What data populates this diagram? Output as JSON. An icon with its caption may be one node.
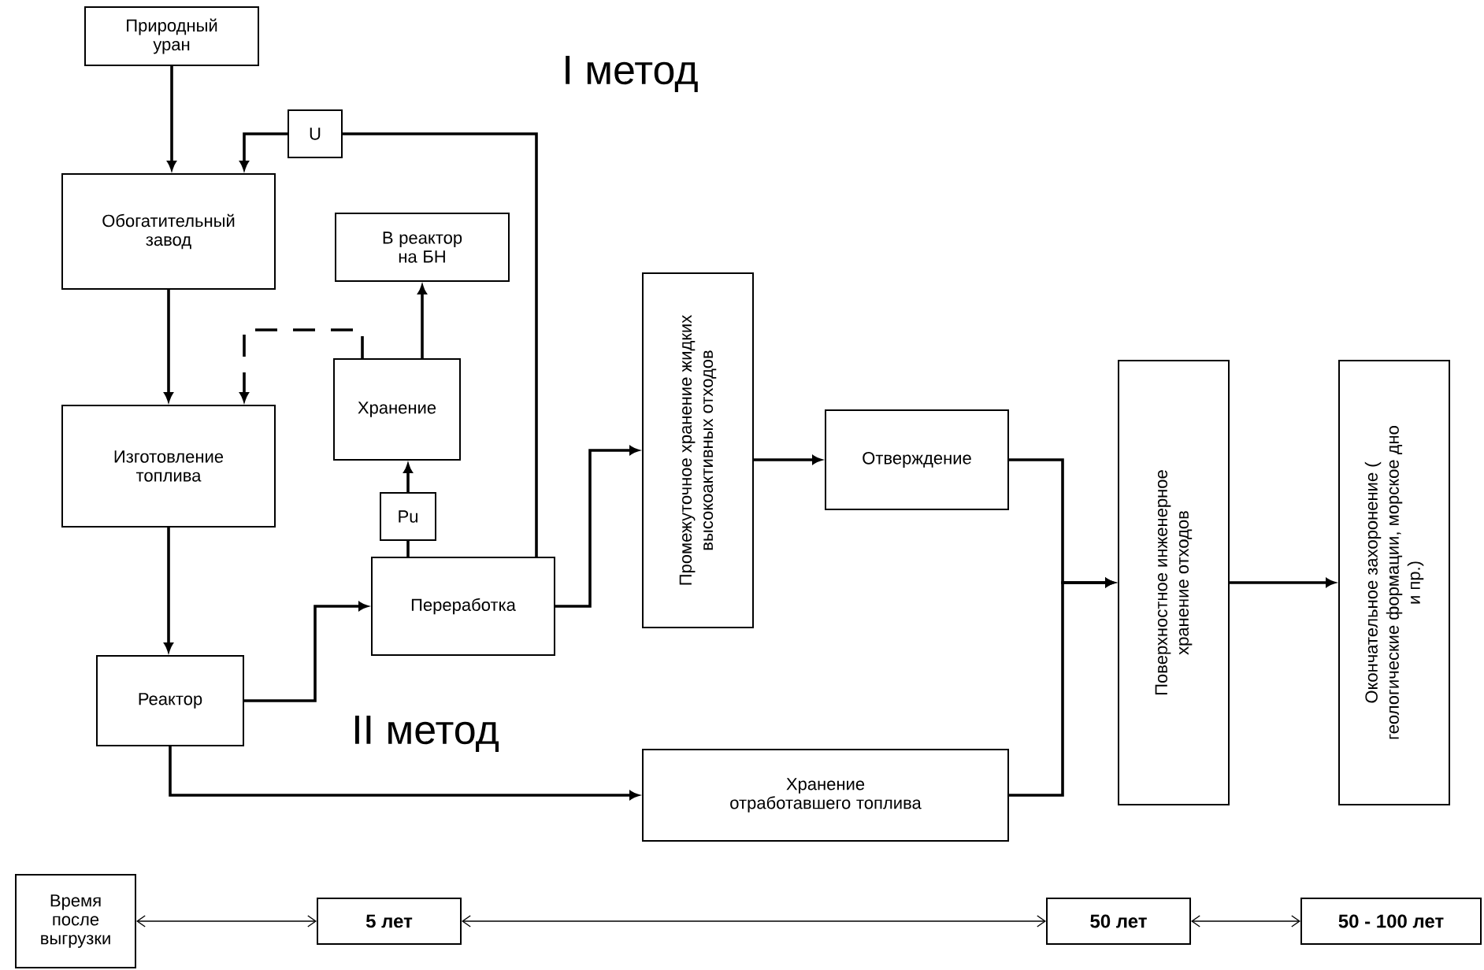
{
  "diagram": {
    "nodes": [
      {
        "text": [
          "Природный уран"
        ]
      },
      {
        "text": [
          "Обогатительный завод"
        ]
      },
      {
        "text": [
          "U"
        ]
      },
      {
        "text": [
          "В реактор на БН"
        ]
      },
      {
        "text": [
          "Хранение"
        ]
      },
      {
        "text": [
          "Изготовление топлива"
        ]
      },
      {
        "text": [
          "Pu"
        ]
      },
      {
        "text": [
          "Переработка"
        ]
      },
      {
        "text": [
          "Реактор"
        ]
      },
      {
        "text": [
          "Промежуточное хранение жидких высокоактивных отходов"
        ]
      },
      {
        "text": [
          "Отверждение"
        ]
      },
      {
        "text": [
          "Хранение отработавшего топлива"
        ]
      },
      {
        "text": [
          "Поверхностное инженерное хранение отходов"
        ]
      },
      {
        "text": [
          "Окончательное захоронение ( геологические формации, морское дно и пр.)"
        ]
      },
      {
        "text": [
          "Время после выгрузки"
        ]
      },
      {
        "text": [
          "5 лет"
        ]
      },
      {
        "text": [
          "50 лет"
        ]
      },
      {
        "text": [
          "50 - 100 лет"
        ]
      }
    ],
    "edges": [
      {
        "from": 0,
        "to": 1,
        "arrow": "to"
      },
      {
        "from": 7,
        "to": 2,
        "arrow": "none"
      },
      {
        "from": 2,
        "to": 1,
        "arrow": "to"
      },
      {
        "from": 1,
        "to": 5,
        "arrow": "to"
      },
      {
        "from": 4,
        "to": 5,
        "arrow": "to",
        "style": "dashed"
      },
      {
        "from": 4,
        "to": 3,
        "arrow": "to"
      },
      {
        "from": 7,
        "to": 6,
        "arrow": "none"
      },
      {
        "from": 6,
        "to": 4,
        "arrow": "to"
      },
      {
        "from": 5,
        "to": 8,
        "arrow": "to"
      },
      {
        "from": 8,
        "to": 7,
        "arrow": "to"
      },
      {
        "from": 7,
        "to": 9,
        "arrow": "to"
      },
      {
        "from": 9,
        "to": 10,
        "arrow": "to"
      },
      {
        "from": 10,
        "to": 12,
        "arrow": "to"
      },
      {
        "from": 11,
        "to": 12,
        "arrow": "to"
      },
      {
        "from": 12,
        "to": 13,
        "arrow": "to"
      },
      {
        "from": 8,
        "to": 11,
        "arrow": "to"
      },
      {
        "from": 14,
        "to": 15,
        "arrow": "both"
      },
      {
        "from": 15,
        "to": 16,
        "arrow": "both"
      },
      {
        "from": 16,
        "to": 17,
        "arrow": "both"
      }
    ],
    "labels": [
      "I метод",
      "II метод"
    ]
  }
}
